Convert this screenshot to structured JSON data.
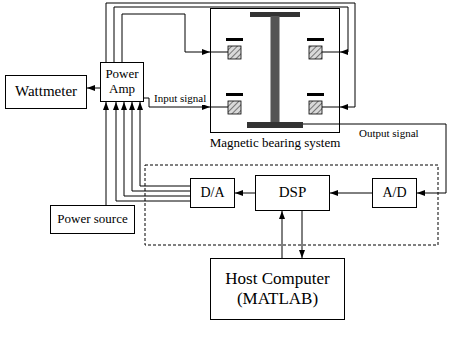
{
  "diagram": {
    "nodes": [
      {
        "text": [
          "Wattmeter"
        ]
      },
      {
        "text": [
          "Power Amp"
        ]
      },
      {
        "text": [
          "Magnetic bearing system"
        ]
      },
      {
        "text": [
          "D/A"
        ]
      },
      {
        "text": [
          "DSP"
        ]
      },
      {
        "text": [
          "A/D"
        ]
      },
      {
        "text": [
          "Power source"
        ]
      },
      {
        "text": [
          "Host Computer (MATLAB)"
        ]
      }
    ],
    "edges": [
      {
        "from": 1,
        "to": 0,
        "arrow": "to"
      },
      {
        "from": 1,
        "to": 2,
        "arrow": "to"
      },
      {
        "from": 1,
        "to": 2,
        "arrow": "to"
      },
      {
        "from": 1,
        "to": 2,
        "arrow": "to"
      },
      {
        "from": 1,
        "to": 2,
        "arrow": "to",
        "label": "Input signal"
      },
      {
        "from": 2,
        "to": 5,
        "arrow": "to",
        "label": "Output signal"
      },
      {
        "from": 5,
        "to": 4,
        "arrow": "to"
      },
      {
        "from": 4,
        "to": 3,
        "arrow": "to"
      },
      {
        "from": 3,
        "to": 1,
        "arrow": "to"
      },
      {
        "from": 3,
        "to": 1,
        "arrow": "to"
      },
      {
        "from": 3,
        "to": 1,
        "arrow": "to"
      },
      {
        "from": 3,
        "to": 1,
        "arrow": "to"
      },
      {
        "from": 6,
        "to": 1,
        "arrow": "to"
      },
      {
        "from": 7,
        "to": 4,
        "arrow": "to"
      },
      {
        "from": 4,
        "to": 7,
        "arrow": "to"
      }
    ]
  }
}
